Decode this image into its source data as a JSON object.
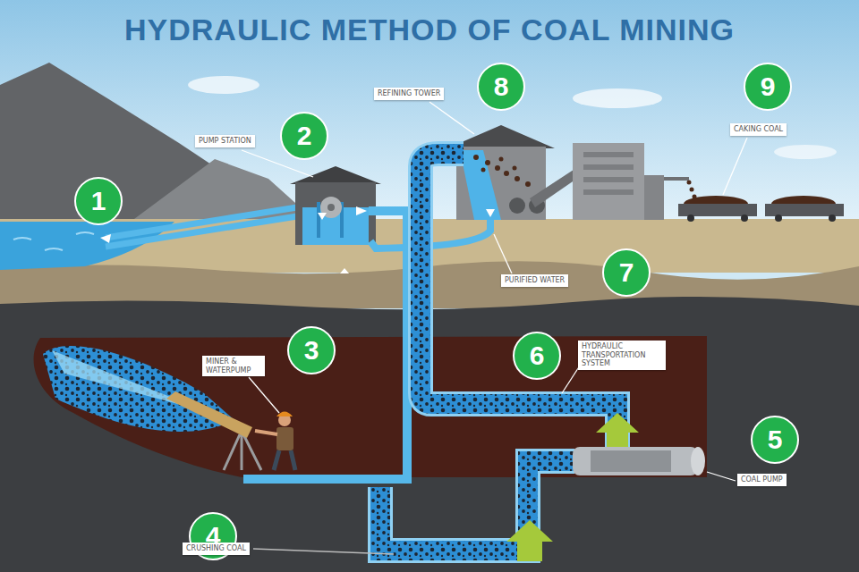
{
  "diagram": {
    "title": "HYDRAULIC METHOD OF COAL MINING",
    "labels": [
      "1",
      "2",
      "PUMP STATION",
      "3",
      "MINER & WATERPUMP",
      "4",
      "CRUSHING COAL",
      "5",
      "COAL PUMP",
      "6",
      "HYDRAULIC TRANSPORTATION SYSTEM",
      "7",
      "PURIFIED WATER",
      "8",
      "REFINING TOWER",
      "9",
      "CAKING COAL"
    ]
  }
}
